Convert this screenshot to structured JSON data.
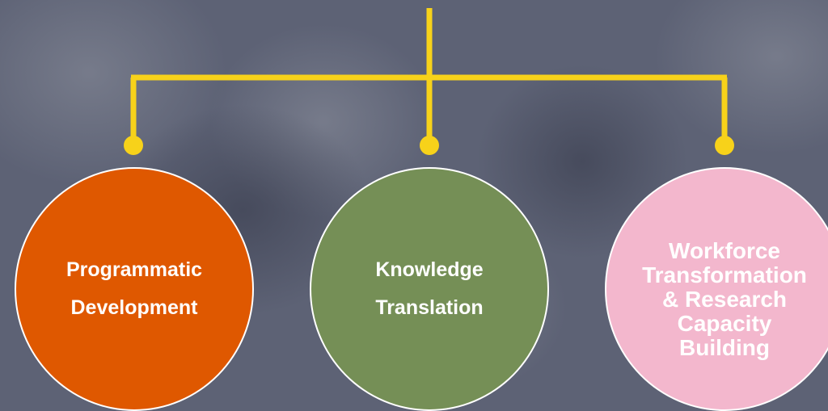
{
  "colors": {
    "connector": "#f7d21a",
    "background": "#5d6275",
    "programmatic": "#df5800",
    "knowledge": "#758f56",
    "workforce": "#f3b7cd",
    "border": "#ffffff"
  },
  "nodes": [
    {
      "lines": [
        "Programmatic",
        "Development"
      ]
    },
    {
      "lines": [
        "Knowledge",
        "Translation"
      ]
    },
    {
      "lines": [
        "Workforce",
        "Transformation",
        "& Research",
        "Capacity",
        "Building"
      ]
    }
  ]
}
